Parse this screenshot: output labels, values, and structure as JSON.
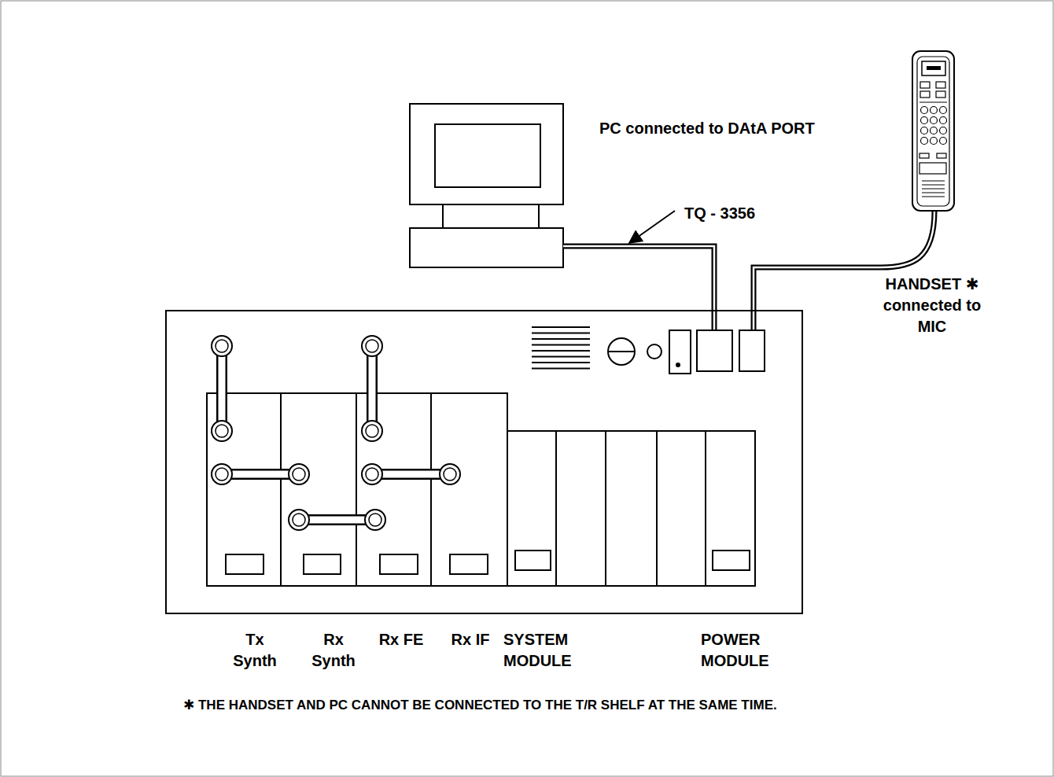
{
  "diagram": {
    "labels": [
      "PC connected to DAtA PORT",
      "TQ - 3356",
      "HANDSET ✱ connected to MIC",
      "Tx Synth",
      "Rx Synth",
      "Rx FE",
      "Rx IF",
      "SYSTEM MODULE",
      "POWER MODULE",
      "✱ THE HANDSET AND PC CANNOT BE CONNECTED TO THE T/R SHELF AT THE SAME TIME."
    ]
  }
}
